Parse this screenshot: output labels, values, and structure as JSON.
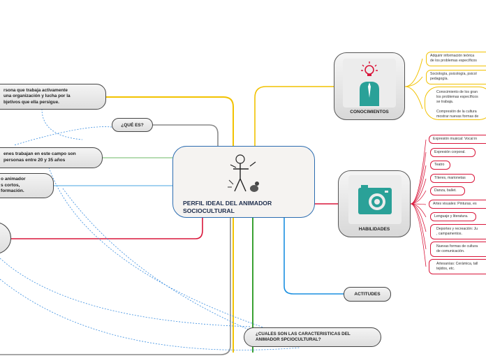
{
  "central": {
    "title": "PERFIL IDEAL DEL ANIMADOR SOCIOCULTURAL"
  },
  "left_nodes": {
    "persona": "rsona que trabaja activamente\n una organización y lucha por la\nbjetivos que ella persigue.",
    "que_es": "¿QUÉ ES?",
    "edad": "enes trabajan en este campo son\n personas entre 20 y 35 años",
    "animador": "o animador\ns cortos,\nformación."
  },
  "characteristics": "¿CUALES SON LAS CARACTERISTICAS DEL\nANIMADOR SPCIOCULTURAL?",
  "branches": {
    "conocimientos": {
      "label": "CONOCIMIENTOS",
      "icon": "lightbulb-person-icon",
      "items": [
        "Adquirir información teórica\nde los problemas específicos",
        "Sociología, psicología, psicol\npedagogía.",
        "Conocimiento de los gran\nlos problemas específicos\nse trabaja.\n\nCompresión de la cultura\nmostrar nuevas formas de"
      ]
    },
    "habilidades": {
      "label": "HABILIDADES",
      "icon": "camera-icon",
      "items": [
        "Expresión musical: Vocal in",
        "Expresión corporal.",
        "Teatro",
        "Títeres, marionetas",
        "Danza, ballet.",
        "Artes visuales: Pinturas, es",
        "Lenguaje y literatura.",
        "Deportes y recreación: Ju\n, campamentos.",
        "Nuevas formas de cultura\nde comunicación.",
        "Artesanías: Cerámica, tall\ntejidos, etc."
      ]
    },
    "actitudes": {
      "label": "ACTITUDES"
    }
  },
  "colors": {
    "yellow": "#f2c200",
    "red": "#d9163a",
    "blue": "#1a8fe0",
    "green": "#3aa132",
    "gray": "#8a8a8a",
    "teal": "#2aa198",
    "central_border": "#2b6cb0"
  }
}
